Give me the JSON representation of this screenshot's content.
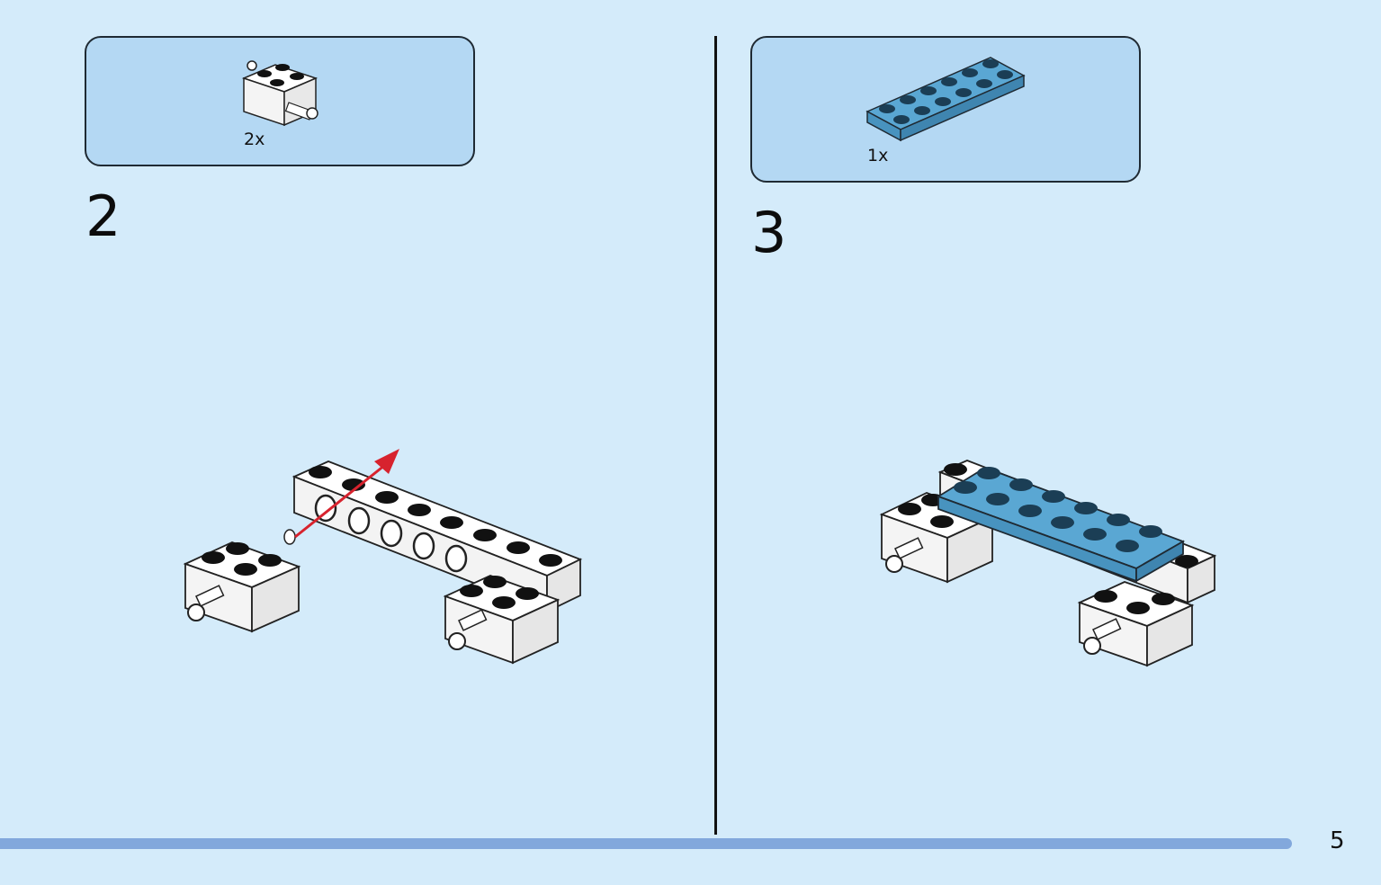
{
  "step2": {
    "number": "2",
    "part_quantity": "2x",
    "part_icon": "brick-with-pin-icon"
  },
  "step3": {
    "number": "3",
    "part_quantity": "1x",
    "part_icon": "blue-plate-2x6-icon"
  },
  "page_number": "5",
  "colors": {
    "background": "#d4ebfa",
    "parts_box": "#b4d8f3",
    "plate_blue": "#5aa7d3",
    "arrow": "#d7232e",
    "progress_bar": "#82a8dc"
  }
}
